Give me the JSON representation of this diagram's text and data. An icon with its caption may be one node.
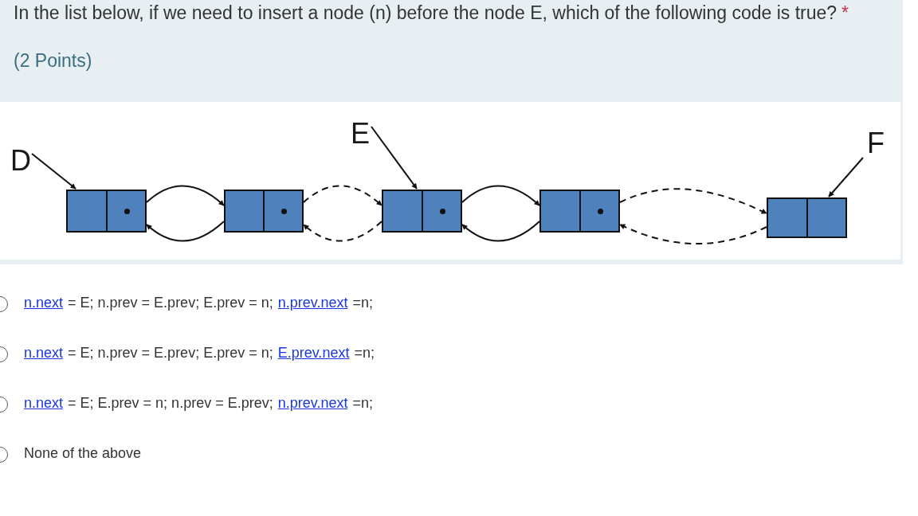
{
  "diagram": {
    "nodes": [
      {
        "text": [
          "D"
        ]
      },
      {
        "text": [
          "E"
        ]
      },
      {
        "text": [
          "F"
        ]
      },
      {
        "text": [],
        "shape": "box"
      },
      {
        "text": [],
        "shape": "box"
      },
      {
        "text": [],
        "shape": "box"
      },
      {
        "text": [],
        "shape": "box"
      },
      {
        "text": [],
        "shape": "box"
      }
    ],
    "edges": [
      {
        "from": 0,
        "to": 3,
        "arrow": "to"
      },
      {
        "from": 1,
        "to": 5,
        "arrow": "to"
      },
      {
        "from": 2,
        "to": 7,
        "arrow": "to"
      },
      {
        "from": 3,
        "to": 4,
        "arrow": "to"
      },
      {
        "from": 4,
        "to": 3,
        "arrow": "to"
      },
      {
        "from": 4,
        "to": 5,
        "arrow": "to",
        "style": "dashed"
      },
      {
        "from": 5,
        "to": 4,
        "arrow": "to",
        "style": "dashed"
      },
      {
        "from": 5,
        "to": 6,
        "arrow": "to"
      },
      {
        "from": 6,
        "to": 5,
        "arrow": "to"
      },
      {
        "from": 6,
        "to": 7,
        "arrow": "to",
        "style": "dashed"
      },
      {
        "from": 7,
        "to": 6,
        "arrow": "to",
        "style": "dashed"
      }
    ],
    "labels": [
      "In the list below, if we need to insert a node (n) before the node E, which of the following code is true?",
      "*",
      "(2 Points)",
      "n.next",
      "= E; n.prev = E.prev; E.prev = n;",
      "n.prev.next",
      "=n;",
      "n.next",
      "= E; n.prev = E.prev; E.prev = n;",
      "E.prev.next",
      "=n;",
      "n.next",
      "= E; E.prev = n; n.prev = E.prev;",
      "n.prev.next",
      "=n;",
      "None of the above"
    ]
  }
}
